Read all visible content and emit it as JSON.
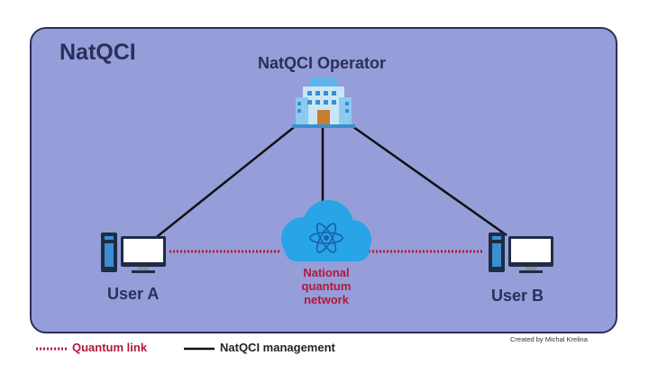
{
  "title": "NatQCI",
  "operator": {
    "label": "NatQCI Operator",
    "icon": "building-icon"
  },
  "user_a": {
    "label": "User A",
    "icon": "desktop-computer-icon"
  },
  "user_b": {
    "label": "User B",
    "icon": "desktop-computer-icon"
  },
  "network": {
    "lines": [
      "National",
      "quantum",
      "network"
    ],
    "icon": "atom-cloud-icon"
  },
  "legend": {
    "quantum_link": "Quantum link",
    "management": "NatQCI management"
  },
  "credit": "Created by  Michal Krelina",
  "colors": {
    "panel_bg": "#959ed8",
    "panel_border": "#2b2f5c",
    "quantum": "#b3173d",
    "management": "#111111",
    "cloud": "#27a5e6"
  }
}
